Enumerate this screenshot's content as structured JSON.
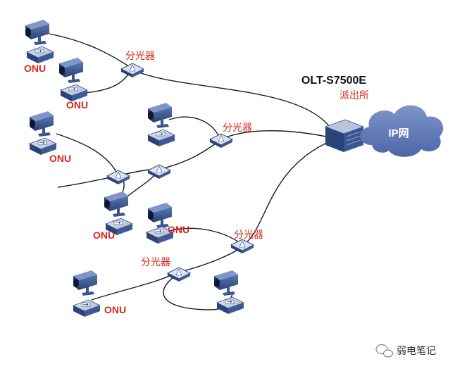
{
  "olt": {
    "model": "OLT-S7500E",
    "location": "派出所"
  },
  "cloud": {
    "label": "IP网"
  },
  "splitter_label": "分光器",
  "onu_label": "ONU",
  "watermark": "弱电笔记",
  "icons": [
    "camera-icon",
    "onu-icon",
    "splitter-icon",
    "olt-icon",
    "cloud-icon",
    "wechat-icon"
  ],
  "colors": {
    "label_red": "#d9261c",
    "device_blue": "#2f4c86",
    "cloud_blue": "#5d76b7"
  }
}
